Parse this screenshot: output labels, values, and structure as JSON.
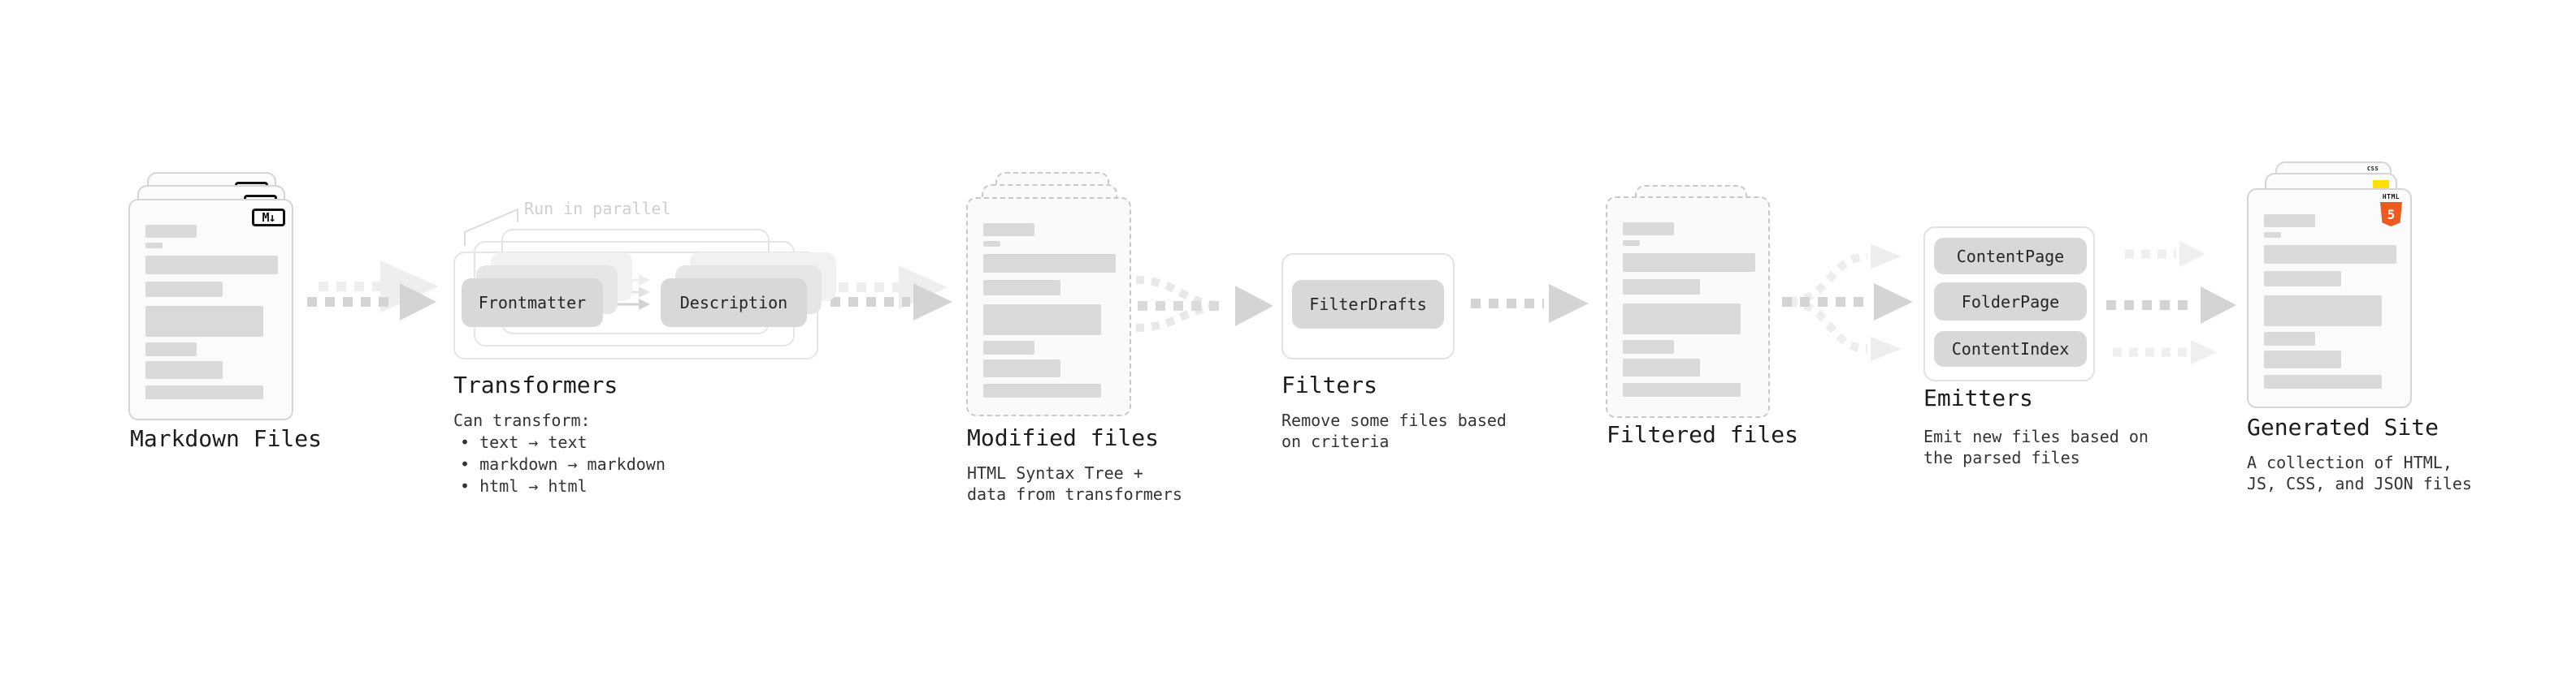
{
  "nodes": {
    "markdown_files": {
      "label": "Markdown Files",
      "badge": "M↓"
    },
    "transformers": {
      "title": "Transformers",
      "parallel_label": "Run in parallel",
      "box_frontmatter": "Frontmatter",
      "box_description": "Description",
      "note_heading": "Can transform:",
      "bullets": [
        "• text → text",
        "• markdown → markdown",
        "• html → html"
      ]
    },
    "modified_files": {
      "label": "Modified files",
      "subtitle": "HTML Syntax Tree +\ndata from transformers"
    },
    "filters": {
      "title": "Filters",
      "box_filterdrafts": "FilterDrafts",
      "subtitle": "Remove some files based\non criteria"
    },
    "filtered_files": {
      "label": "Filtered files"
    },
    "emitters": {
      "title": "Emitters",
      "boxes": [
        "ContentPage",
        "FolderPage",
        "ContentIndex"
      ],
      "subtitle": "Emit new files based on\nthe parsed files"
    },
    "generated_site": {
      "label": "Generated Site",
      "subtitle": "A collection of HTML,\nJS, CSS, and JSON files",
      "badge_css": "CSS",
      "badge_html_top": "HTML",
      "badge_html_number": "5"
    }
  },
  "colors": {
    "html5_orange": "#eb5a20",
    "js_yellow": "#ffe000",
    "css_blue": "#3668e8",
    "arrow_dark": "#d4d4d4",
    "arrow_light": "#eeeeee"
  }
}
